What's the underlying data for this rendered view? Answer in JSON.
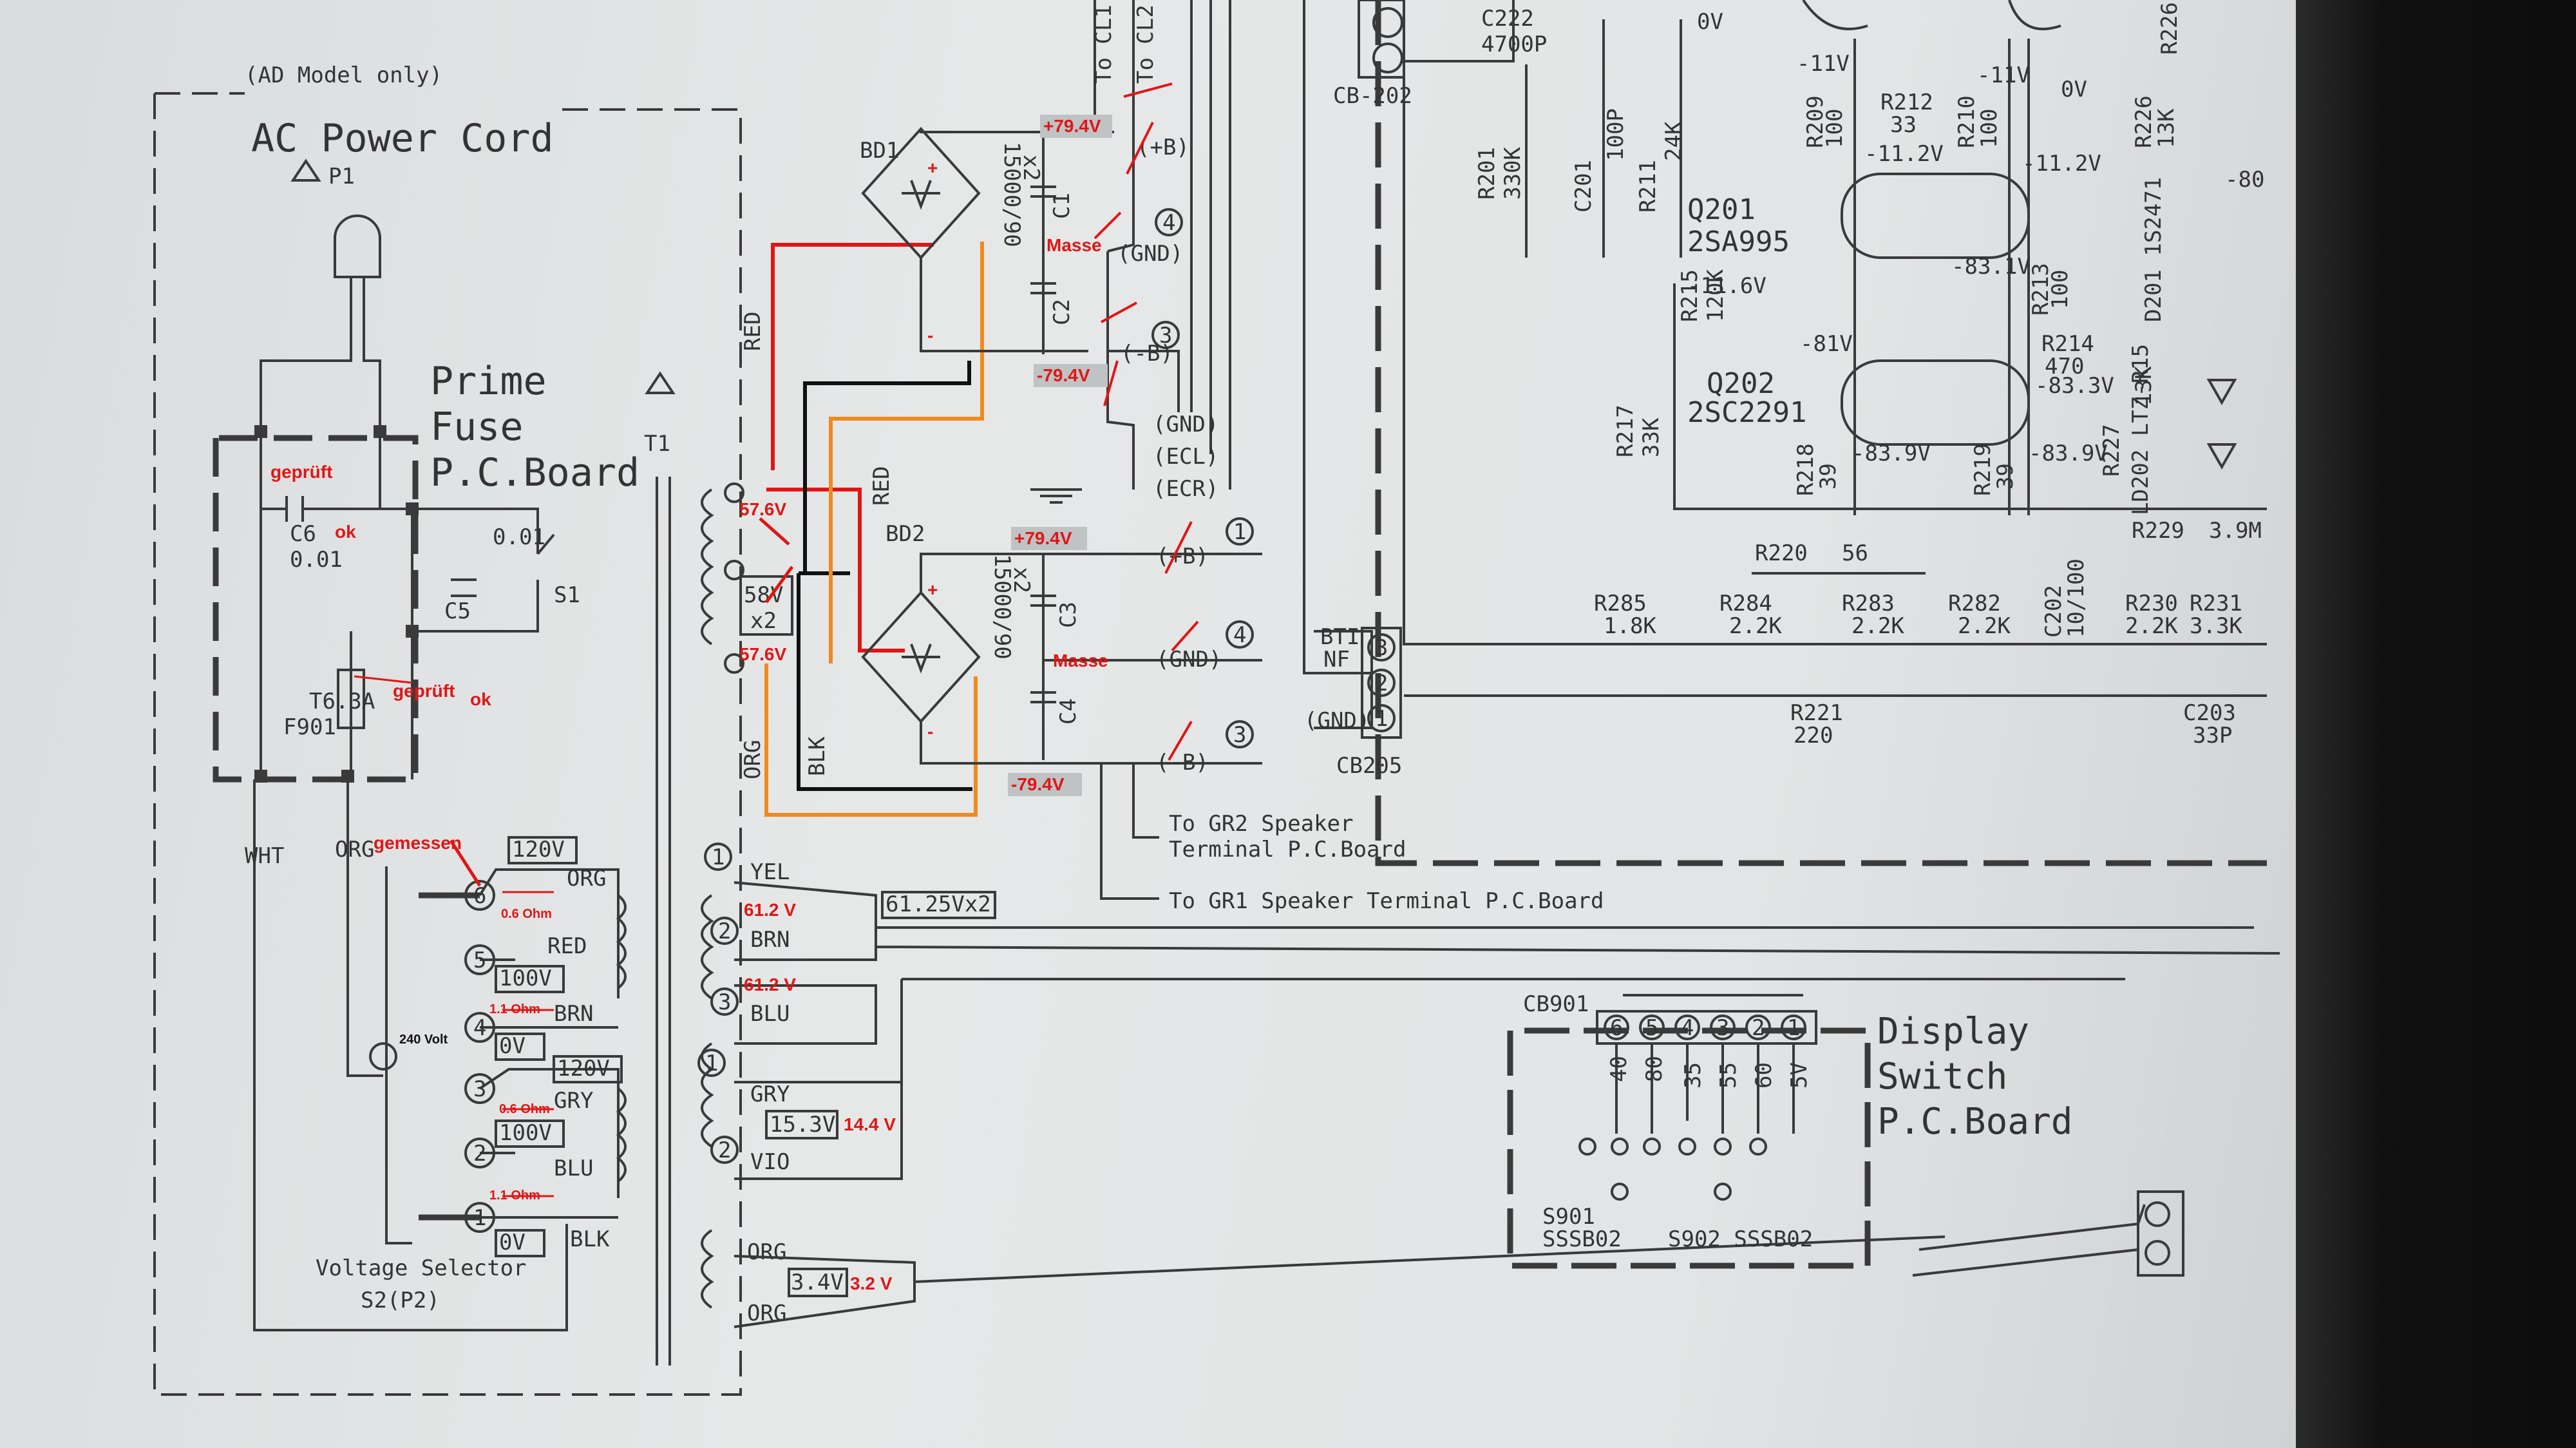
{
  "ac": {
    "note": "(AD Model only)",
    "title": "AC Power Cord",
    "ref": "P1",
    "fuse_title_1": "Prime",
    "fuse_title_2": "Fuse",
    "fuse_title_3": "P.C.Board",
    "c6": "C6",
    "c6_val": "0.01",
    "c5": "C5",
    "c5_val": "0.01",
    "s1": "S1",
    "f901": "F901",
    "f901_val": "T6.3A",
    "wht": "WHT",
    "org": "ORG"
  },
  "selector": {
    "pins": [
      "6",
      "5",
      "4",
      "3",
      "2",
      "1"
    ],
    "volt_tags": [
      "120V",
      "100V",
      "0V",
      "120V",
      "100V",
      "0V"
    ],
    "colors": [
      "ORG",
      "RED",
      "BRN",
      "GRY",
      "BLU",
      "BLK"
    ],
    "title": "Voltage Selector",
    "ref": "S2(P2)"
  },
  "transformer": {
    "ref": "T1"
  },
  "secondary": {
    "top": [
      "58V",
      "x2"
    ],
    "red": "RED",
    "blk": "BLK",
    "org": "ORG",
    "tap1": {
      "pin": "1",
      "color": "YEL"
    },
    "brn": {
      "pin": "2",
      "color": "BRN"
    },
    "blu": {
      "pin": "3",
      "color": "BLU"
    },
    "gry": {
      "pin": "1",
      "color": "GRY"
    },
    "vio": {
      "pin": "2",
      "color": "VIO"
    },
    "org1": "ORG",
    "org2": "ORG",
    "v61": "61.25Vx2",
    "v15": "15.3V",
    "v34": "3.4V"
  },
  "rectifier": {
    "bd1": "BD1",
    "bd2": "BD2",
    "plus": "+",
    "minus": "-",
    "cap_val": "15000/90",
    "cap_mul": "x2",
    "c1": "C1",
    "c2": "C2",
    "c3": "C3",
    "c4": "C4"
  },
  "outputs": {
    "to_cl1": "To CL1",
    "to_cl2": "To CL2",
    "b_pos": "(+B)",
    "b_neg": "(-B)",
    "gnd": "(GND)",
    "ecl": "(ECL)",
    "ecr": "(ECR)",
    "pins": [
      "1",
      "4",
      "3"
    ],
    "to_gr2": "To GR2 Speaker",
    "to_gr2_b": "Terminal P.C.Board",
    "to_gr1": "To GR1 Speaker Terminal P.C.Board"
  },
  "amp": {
    "cb202": "CB-202",
    "c222": "C222",
    "c222_val": "4700P",
    "r201": "R201",
    "r201_val": "330K",
    "c201": "C201",
    "c201_val": "100P",
    "r211": "R211",
    "r211_val": "24K",
    "q201": "Q201",
    "q201_val": "2SA995",
    "q202": "Q202",
    "q202_val": "2SC2291",
    "r215": "R215",
    "r215_val": "120K",
    "r217": "R217",
    "r217_val": "33K",
    "r209": "R209",
    "r209_val": "100",
    "r212": "R212",
    "r212_val": "33",
    "r210": "R210",
    "r210_val": "100",
    "r213": "R213",
    "r213_val": "100",
    "r214": "R214",
    "r214_val": "470",
    "r218": "R218",
    "r218_val": "39",
    "r219": "R219",
    "r219_val": "39",
    "r226": "R226",
    "r226_val": "13K",
    "r227": "R227",
    "r227_val": "13K",
    "d201": "D201 1S2471",
    "ld202": "LD202 LTZ-R15",
    "r229": "R229",
    "r229_val": "3.9M",
    "r220": "R220",
    "r220_val": "56",
    "r285": "R285",
    "r285_val": "1.8K",
    "r284": "R284",
    "r284_val": "2.2K",
    "r283": "R283",
    "r283_val": "2.2K",
    "r282": "R282",
    "r282_val": "2.2K",
    "c202": "C202",
    "c202_val": "10/100",
    "r230": "R230",
    "r230_val": "2.2K",
    "r231": "R231",
    "r231_val": "3.3K",
    "r221": "R221",
    "r221_val": "220",
    "c203": "C203",
    "c203_val": "33P",
    "cb205": "CB205",
    "cb205_pins": [
      "3",
      "2",
      "1"
    ],
    "bti": "BTI",
    "nf": "NF",
    "gnd": "(GND)",
    "volts": [
      "0V",
      "-11V",
      "-11V",
      "0V",
      "-11.2V",
      "-11.2V",
      "-83.1V",
      "-11.6V",
      "-81V",
      "-83.3V",
      "-83.9V",
      "-83.9V",
      "-80"
    ]
  },
  "display": {
    "cb901": "CB901",
    "pins": [
      "6",
      "5",
      "4",
      "3",
      "2",
      "1"
    ],
    "nets": [
      "40",
      "80",
      "35",
      "55",
      "60",
      "5V"
    ],
    "title_1": "Display",
    "title_2": "Switch",
    "title_3": "P.C.Board",
    "s901": "S901",
    "s901_val": "SSSB02",
    "s902": "S902 SSSB02"
  },
  "annotations": {
    "plus_794": "+79.4V",
    "masse1": "Masse",
    "minus_794a": "-79.4V",
    "v576a": "57.6V",
    "v576b": "57.6V",
    "plus_794b": "+79.4V",
    "masse2": "Masse",
    "minus_794b": "-79.4V",
    "gepr1": "geprüft",
    "ok1": "ok",
    "gepr2": "geprüft",
    "ok2": "ok",
    "gemessen": "gemessen",
    "ohm1": "0.6 Ohm",
    "ohm2": "1.1 Ohm",
    "v240": "240 Volt",
    "ohm3": "0.6 Ohm",
    "ohm4": "1.1 Ohm",
    "v612a": "61.2 V",
    "v612b": "61.2 V",
    "v144": "14.4 V",
    "v32": "3.2 V"
  },
  "colors": {
    "red_wire": "#e01616",
    "black_wire": "#111111",
    "orange_wire": "#f08a1c",
    "ink": "#3a3a3a",
    "annot": "#e01616"
  }
}
